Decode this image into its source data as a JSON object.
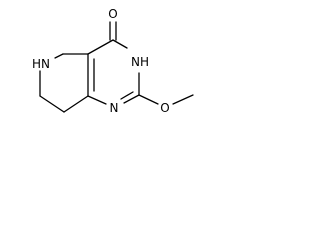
{
  "molecule": {
    "atoms": {
      "carbonyl_oxygen": "O",
      "ring_nh_left": "HN",
      "ring_nh_right": "NH",
      "ring_nitrogen_bottom": "N",
      "methoxy_oxygen": "O"
    }
  }
}
